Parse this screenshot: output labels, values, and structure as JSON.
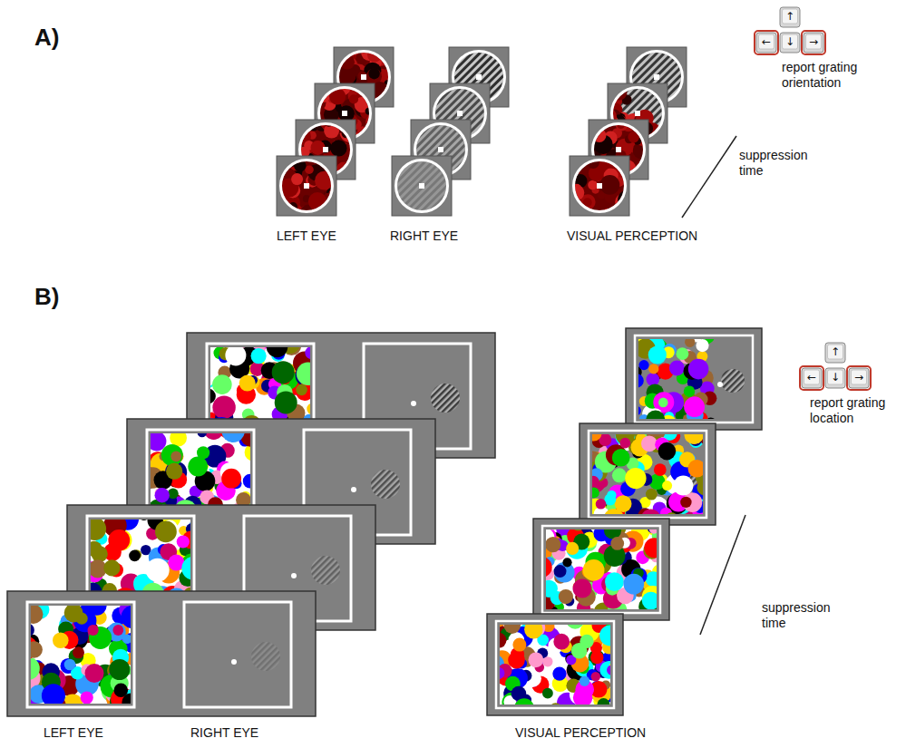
{
  "diagram": {
    "labels": [
      "A)",
      "↑",
      "←",
      "↓",
      "→",
      "report grating orientation",
      "suppression time",
      "LEFT EYE",
      "RIGHT EYE",
      "VISUAL PERCEPTION",
      "B)",
      "↑",
      "←",
      "↓",
      "→",
      "report grating location",
      "suppression time",
      "LEFT EYE",
      "RIGHT EYE",
      "VISUAL PERCEPTION"
    ]
  }
}
